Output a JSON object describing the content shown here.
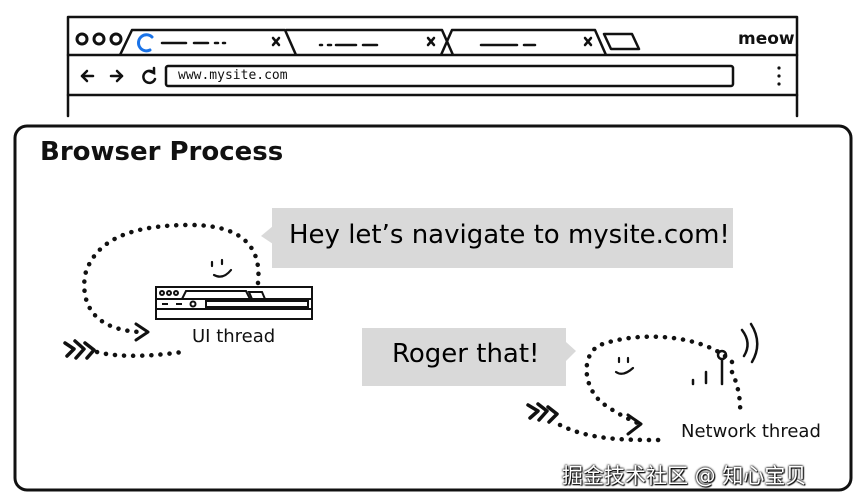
{
  "browser_window": {
    "tab_label": "meow",
    "url": "www.mysite.com"
  },
  "diagram": {
    "title": "Browser Process",
    "ui_thread": {
      "label": "UI thread",
      "speech": "Hey let’s navigate to mysite.com!"
    },
    "network_thread": {
      "label": "Network thread",
      "speech": "Roger that!"
    }
  },
  "watermark": "掘金技术社区 @ 知心宝贝",
  "colors": {
    "ink": "#111111",
    "bubble": "#d9d9d9",
    "background": "#ffffff"
  },
  "icons": [
    "back-arrow-icon",
    "forward-arrow-icon",
    "reload-icon",
    "menu-dots-icon",
    "loading-spinner-icon",
    "close-icon",
    "new-tab-icon",
    "antenna-icon"
  ]
}
